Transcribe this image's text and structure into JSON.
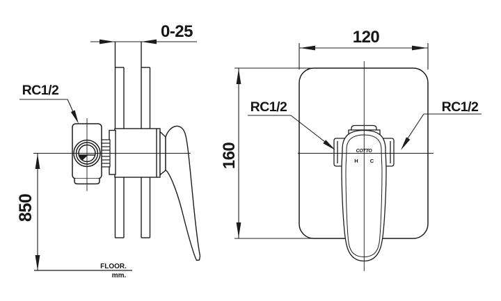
{
  "colors": {
    "line": "#1c1c1c",
    "background": "#ffffff"
  },
  "side_view": {
    "wall_depth_dim": "0-25",
    "inlet_label": "RC1/2",
    "height_dim": "850",
    "floor_label": "FLOOR.",
    "unit_label": "mm."
  },
  "front_view": {
    "width_dim": "120",
    "height_dim": "160",
    "inlet_left_label": "RC1/2",
    "inlet_right_label": "RC1/2",
    "brand_mark": "COTTO",
    "hot_marker": "H",
    "cold_marker": "C"
  }
}
